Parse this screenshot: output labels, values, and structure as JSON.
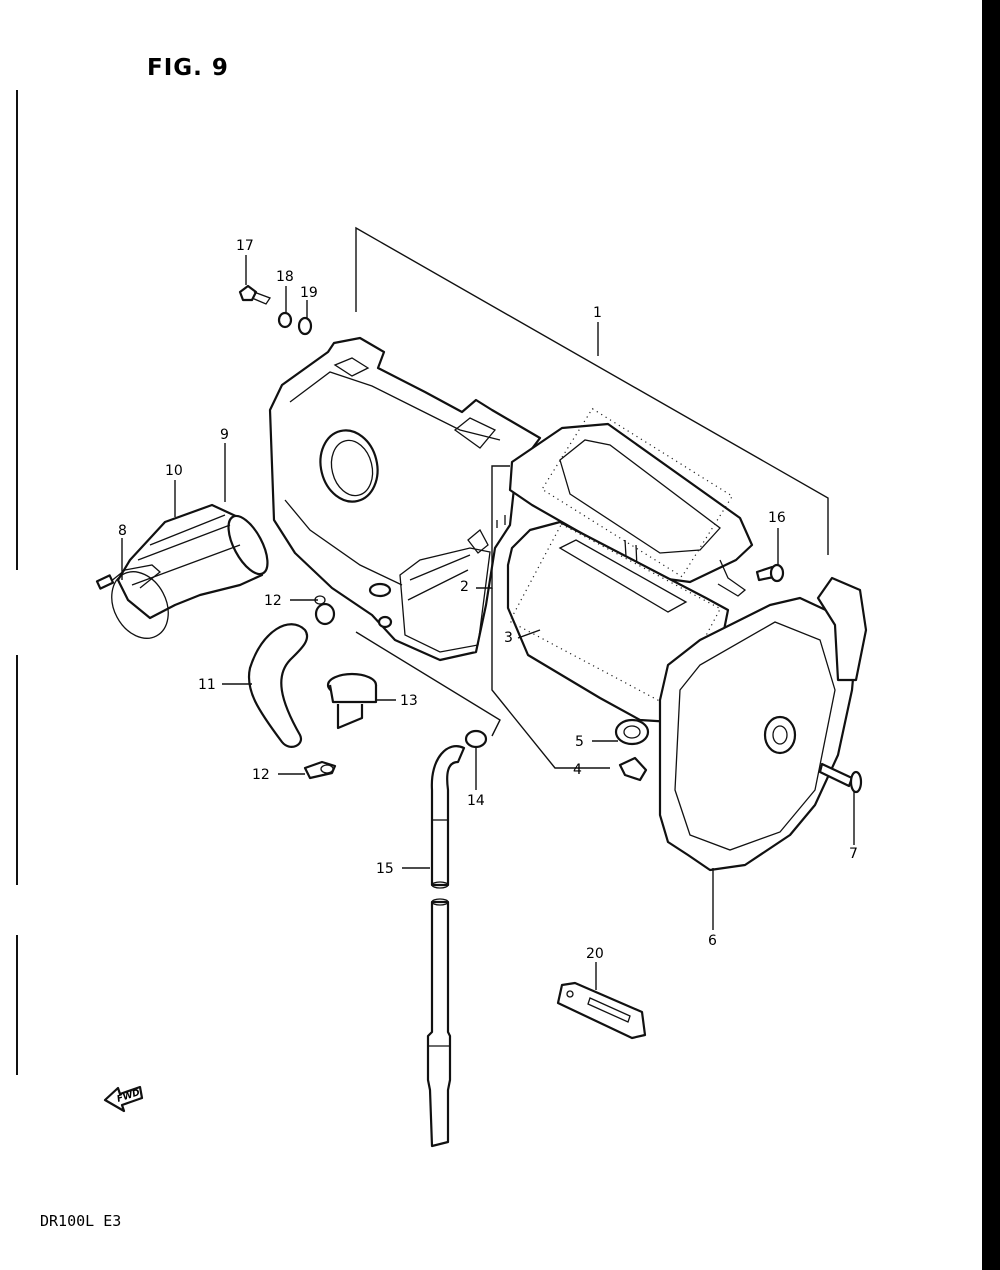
{
  "figure": {
    "title": "FIG. 9"
  },
  "model": "DR100L E3",
  "fwd_label": "FWD",
  "callouts": [
    "1",
    "2",
    "3",
    "4",
    "5",
    "6",
    "7",
    "8",
    "9",
    "10",
    "11",
    "12",
    "12",
    "13",
    "14",
    "15",
    "16",
    "17",
    "18",
    "19",
    "20"
  ]
}
